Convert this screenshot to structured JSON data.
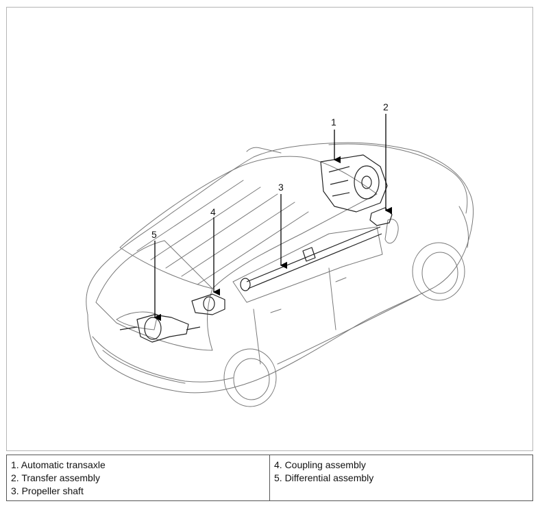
{
  "callouts": [
    "1",
    "2",
    "3",
    "4",
    "5"
  ],
  "legend": {
    "left": [
      "1. Automatic transaxle",
      "2. Transfer assembly",
      "3. Propeller shaft"
    ],
    "right": [
      "4. Coupling assembly",
      "5. Differential assembly"
    ]
  }
}
